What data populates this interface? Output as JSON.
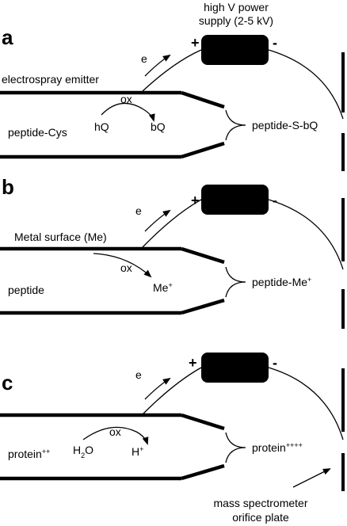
{
  "power_supply": {
    "line1": "high V power",
    "line2": "supply (2-5 kV)",
    "plus": "+",
    "minus": "-"
  },
  "electron_label": "e",
  "ox_label": "ox",
  "panels": [
    {
      "letter": "a",
      "surface_label": "electrospray emitter",
      "solution": "peptide-Cys",
      "reactant": "hQ",
      "product": "bQ",
      "ion_main": "peptide-S-bQ",
      "ion_sup": ""
    },
    {
      "letter": "b",
      "surface_label": "Metal surface (Me)",
      "solution_main": "peptide",
      "product_main": "Me",
      "product_sup": "+",
      "ion_main": "peptide-Me",
      "ion_sup": "+"
    },
    {
      "letter": "c",
      "solution_main": "protein",
      "solution_sup": "++",
      "reactant_main": "H",
      "reactant_sub": "2",
      "reactant_tail": "O",
      "product_main": "H",
      "product_sup": "+",
      "ion_main": "protein",
      "ion_sup": "++++"
    }
  ],
  "orifice_label": {
    "line1": "mass spectrometer",
    "line2": "orifice plate"
  }
}
